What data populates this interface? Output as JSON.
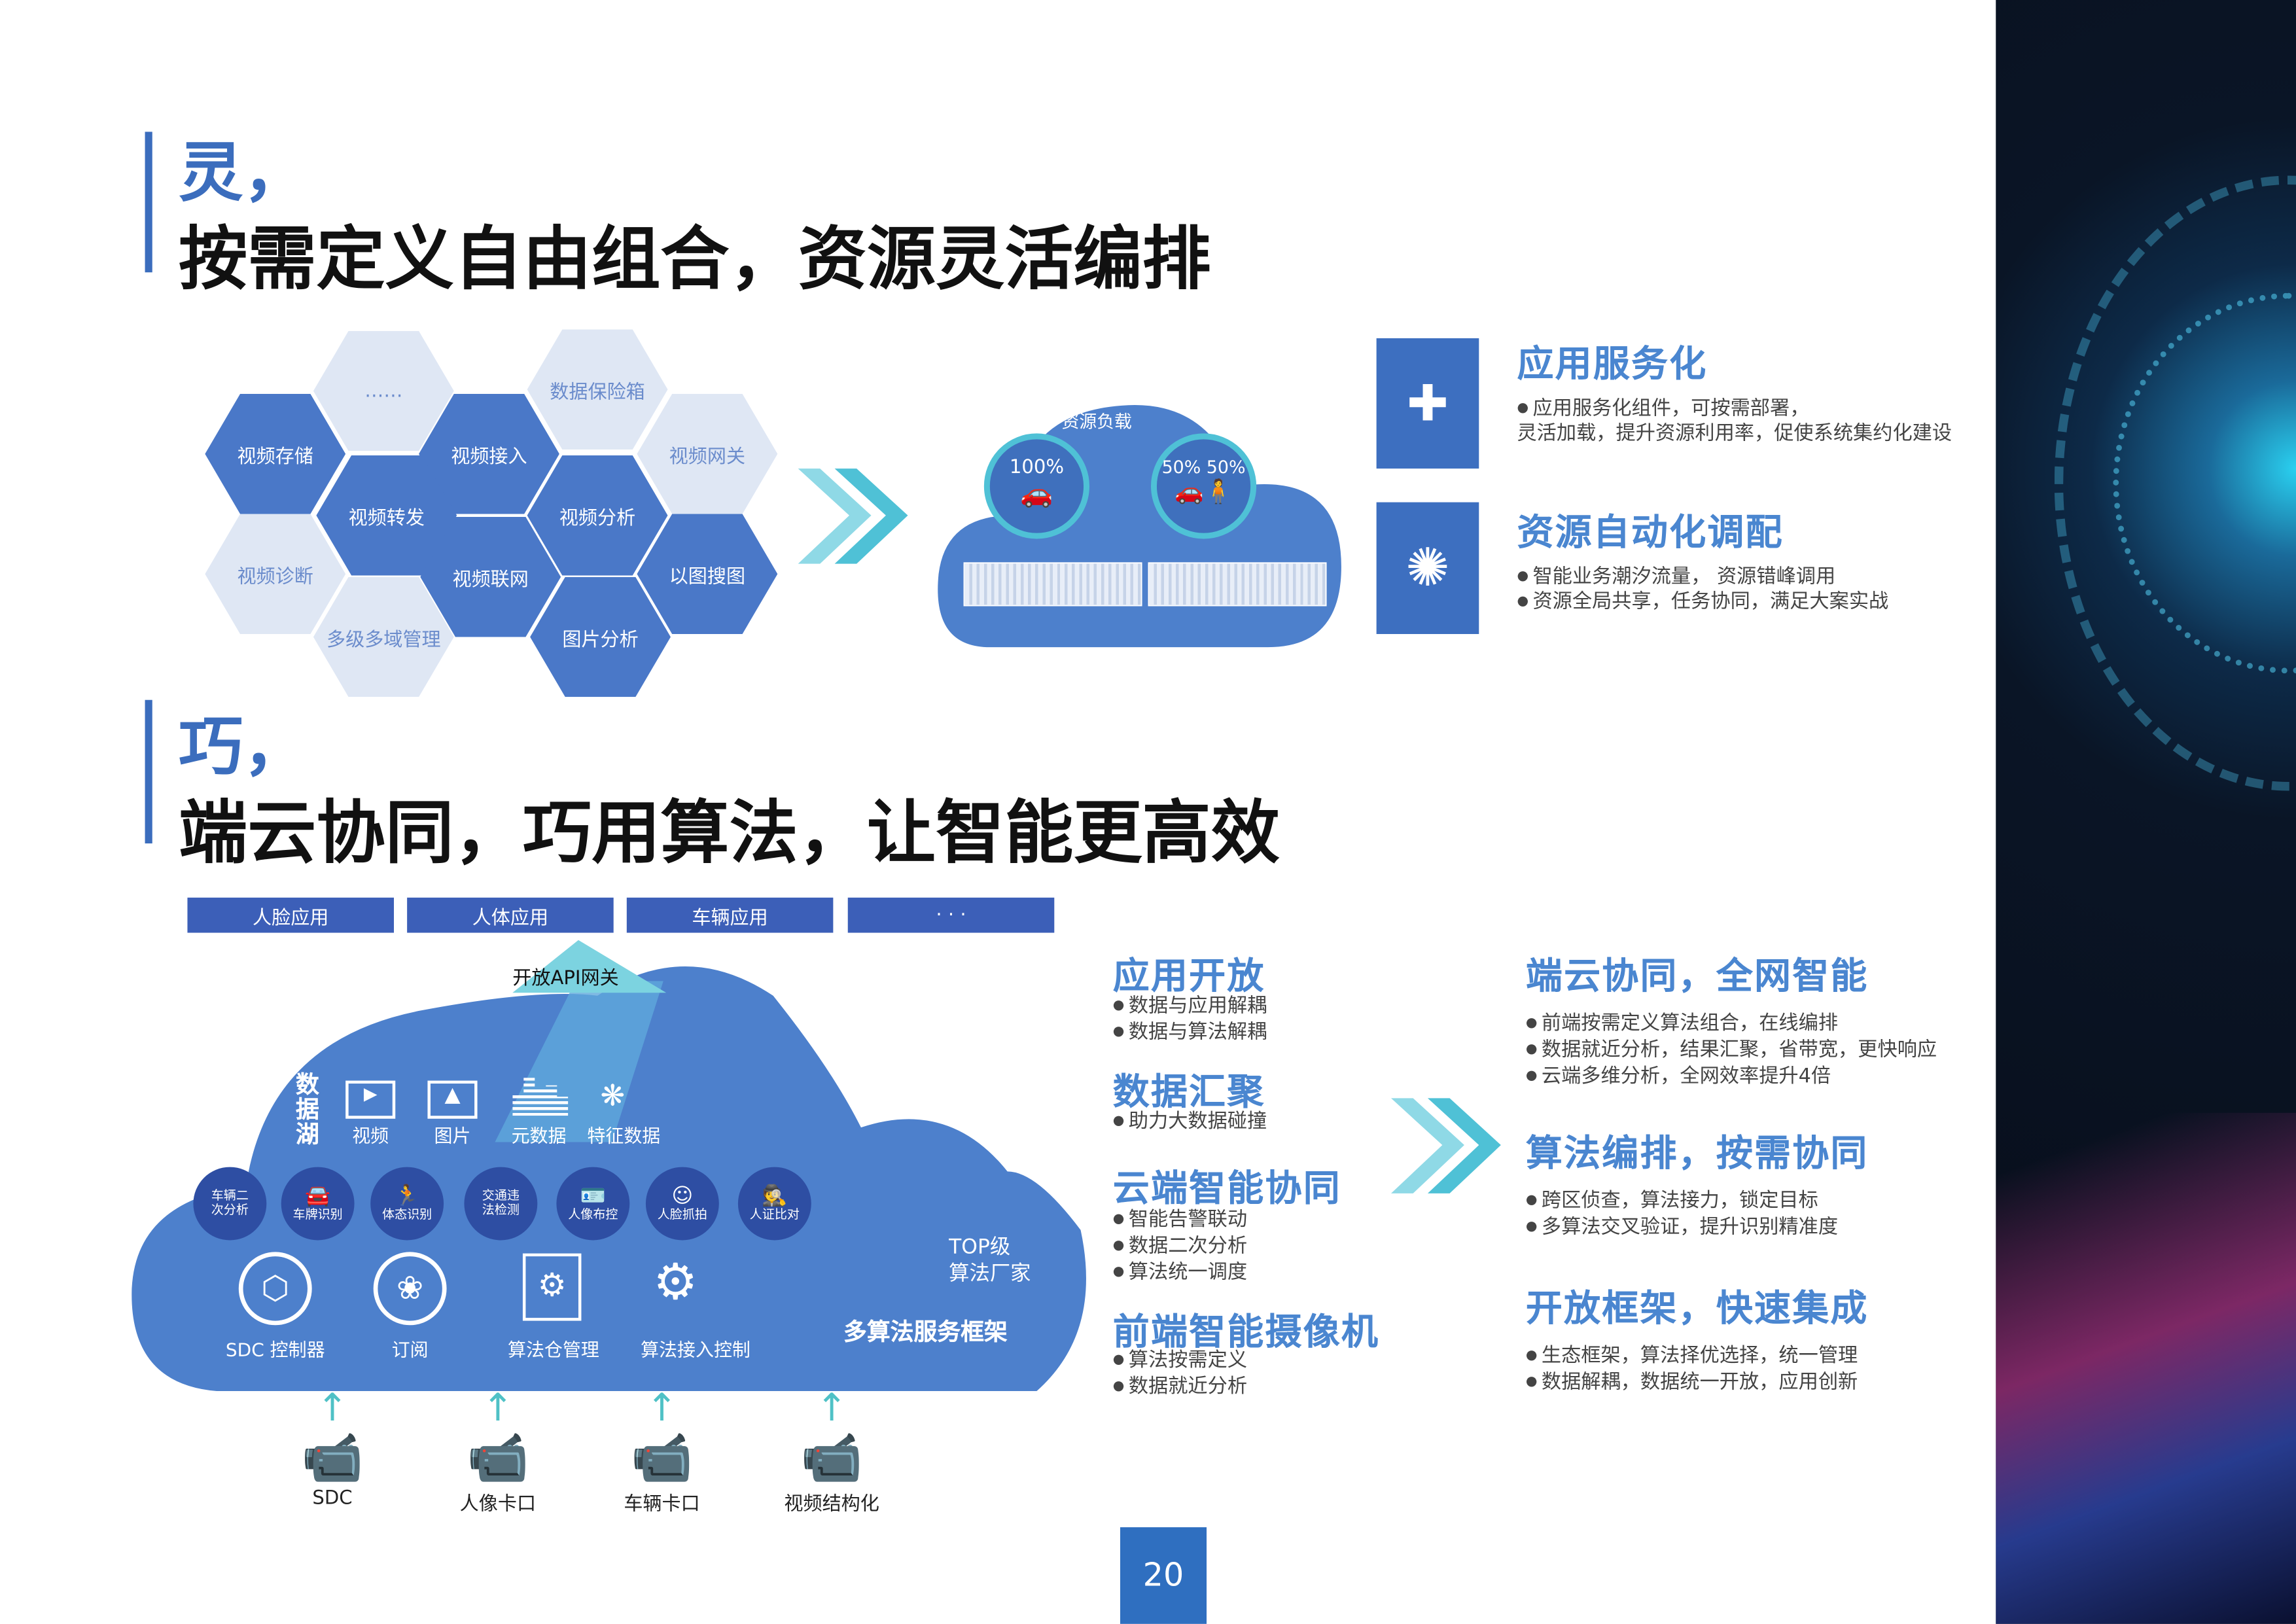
{
  "section1": {
    "char": "灵，",
    "title": "按需定义自由组合，资源灵活编排"
  },
  "hexes": [
    {
      "label": "视频存储",
      "tone": "dark"
    },
    {
      "label": "……",
      "tone": "light"
    },
    {
      "label": "视频接入",
      "tone": "dark"
    },
    {
      "label": "数据保险箱",
      "tone": "light"
    },
    {
      "label": "视频网关",
      "tone": "light"
    },
    {
      "label": "视频转发",
      "tone": "dark"
    },
    {
      "label": "视频分析",
      "tone": "dark"
    },
    {
      "label": "视频诊断",
      "tone": "light"
    },
    {
      "label": "视频联网",
      "tone": "dark"
    },
    {
      "label": "以图搜图",
      "tone": "dark"
    },
    {
      "label": "多级多域管理",
      "tone": "light"
    },
    {
      "label": "图片分析",
      "tone": "dark"
    }
  ],
  "resource_cloud": {
    "title": "资源负载",
    "left": "100%",
    "right": "50% 50%"
  },
  "features1": [
    {
      "icon": "puzzle-icon",
      "title": "应用服务化",
      "lines": [
        "应用服务化组件，可按需部署，",
        "灵活加载，提升资源利用率，促使系统集约化建设"
      ]
    },
    {
      "icon": "network-hub-icon",
      "title": "资源自动化调配",
      "lines": [
        "智能业务潮汐流量， 资源错峰调用",
        "资源全局共享，任务协同，满足大案实战"
      ]
    }
  ],
  "section2": {
    "char": "巧，",
    "title": "端云协同，巧用算法，让智能更高效"
  },
  "tabs": [
    "人脸应用",
    "人体应用",
    "车辆应用",
    "· · ·"
  ],
  "cloud": {
    "gateway": "开放API网关",
    "lake_title": "数据湖",
    "lake": [
      {
        "icon": "video-icon",
        "label": "视频"
      },
      {
        "icon": "image-icon",
        "label": "图片"
      },
      {
        "icon": "bars-icon",
        "label": "元数据"
      },
      {
        "icon": "feature-icon",
        "label": "特征数据"
      }
    ],
    "algos": [
      {
        "icon": "",
        "label": "车辆二次分析"
      },
      {
        "icon": "car-icon",
        "label": "车牌识别"
      },
      {
        "icon": "runner-icon",
        "label": "体态识别"
      },
      {
        "icon": "",
        "label": "交通违法检测"
      },
      {
        "icon": "id-card-icon",
        "label": "人像布控"
      },
      {
        "icon": "face-icon",
        "label": "人脸抓拍"
      },
      {
        "icon": "agent-icon",
        "label": "人证比对"
      }
    ],
    "services": [
      {
        "icon": "brain-icon",
        "label": "SDC 控制器"
      },
      {
        "icon": "subscribe-icon",
        "label": "订阅"
      },
      {
        "icon": "gear-window-icon",
        "label": "算法仓管理"
      },
      {
        "icon": "gear-cycle-icon",
        "label": "算法接入控制"
      }
    ],
    "top_vendor": "TOP级\n算法厂家",
    "framework": "多算法服务框架"
  },
  "cameras": [
    "SDC",
    "人像卡口",
    "车辆卡口",
    "视频结构化"
  ],
  "middle": [
    {
      "title": "应用开放",
      "lines": [
        "数据与应用解耦",
        "数据与算法解耦"
      ]
    },
    {
      "title": "数据汇聚",
      "lines": [
        "助力大数据碰撞"
      ]
    },
    {
      "title": "云端智能协同",
      "lines": [
        "智能告警联动",
        "数据二次分析",
        "算法统一调度"
      ]
    },
    {
      "title": "前端智能摄像机",
      "lines": [
        "算法按需定义",
        "数据就近分析"
      ]
    }
  ],
  "right": [
    {
      "title": "端云协同，全网智能",
      "lines": [
        "前端按需定义算法组合，在线编排",
        "数据就近分析，结果汇聚，省带宽，更快响应",
        "云端多维分析，全网效率提升4倍"
      ]
    },
    {
      "title": "算法编排，按需协同",
      "lines": [
        "跨区侦查，算法接力，锁定目标",
        "多算法交叉验证，提升识别精准度"
      ]
    },
    {
      "title": "开放框架，快速集成",
      "lines": [
        "生态框架，算法择优选择，统一管理",
        "数据解耦，数据统一开放，应用创新"
      ]
    }
  ],
  "page_number": "20",
  "colors": {
    "accent": "#4a86d0",
    "dark_blue": "#3c5fb8",
    "cloud": "#4d80cc"
  }
}
